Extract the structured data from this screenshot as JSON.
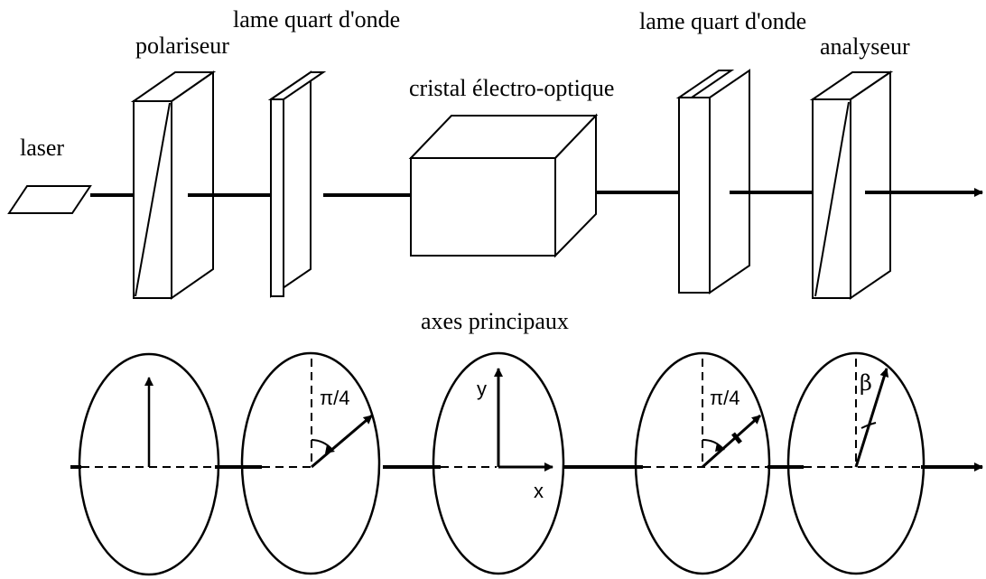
{
  "labels": {
    "laser": "laser",
    "polarizer": "polariseur",
    "quarter_wave_plate_1": "lame quart d'onde",
    "crystal": "cristal électro-optique",
    "quarter_wave_plate_2": "lame quart d'onde",
    "analyzer": "analyseur",
    "principal_axes": "axes principaux"
  },
  "axes_symbols": {
    "angle_plate_1": "π/4",
    "y_axis": "y",
    "x_axis": "x",
    "angle_plate_2": "π/4",
    "beta": "β"
  }
}
